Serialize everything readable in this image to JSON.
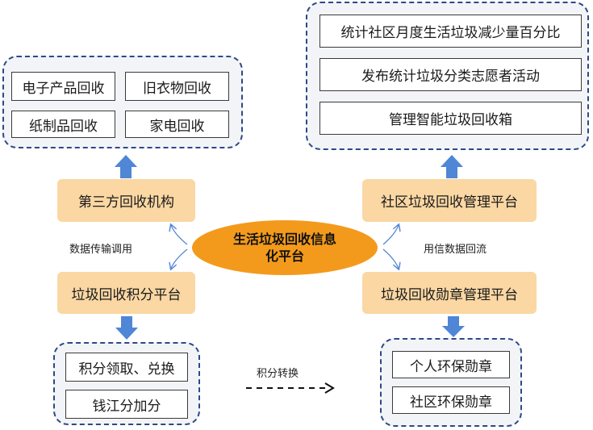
{
  "center": {
    "line1": "生活垃圾回收信息",
    "line2": "化平台"
  },
  "left": {
    "third_party": "第三方回收机构",
    "recycle_items": [
      "电子产品回收",
      "旧衣物回收",
      "纸制品回收",
      "家电回收"
    ],
    "points_platform": "垃圾回收积分平台",
    "points_items": [
      "积分领取、兑换",
      "钱江分加分"
    ],
    "link_label": "数据传输调用"
  },
  "right": {
    "community_platform": "社区垃圾回收管理平台",
    "community_items": [
      "统计社区月度生活垃圾减少量百分比",
      "发布统计垃圾分类志愿者活动",
      "管理智能垃圾回收箱"
    ],
    "badge_platform": "垃圾回收勋章管理平台",
    "badge_items": [
      "个人环保勋章",
      "社区环保勋章"
    ],
    "link_label": "用信数据回流"
  },
  "conversion_label": "积分转换",
  "colors": {
    "platform_fill": "#fad7a3",
    "center_fill": "#f39a1c",
    "arrow_fill": "#4f86d6",
    "dashed_border": "#2b4a86"
  }
}
